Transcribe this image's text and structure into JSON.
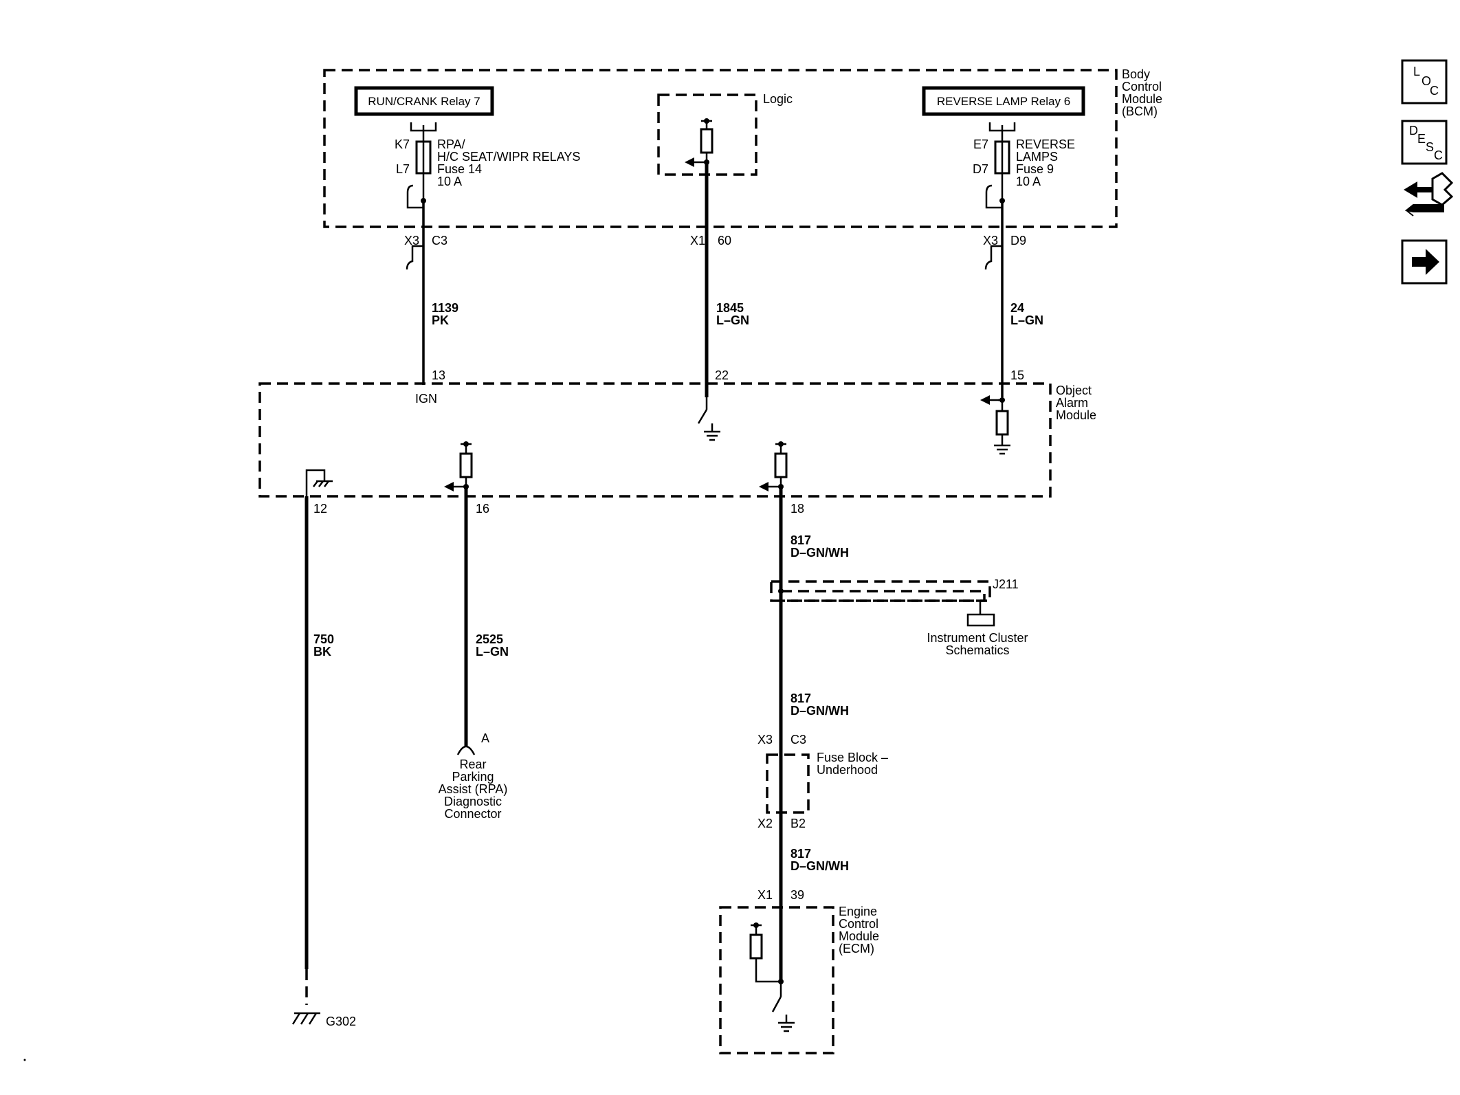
{
  "modules": {
    "bcm": {
      "name_lines": [
        "Body",
        "Control",
        "Module",
        "(BCM)"
      ]
    },
    "oam": {
      "name_lines": [
        "Object",
        "Alarm",
        "Module"
      ]
    },
    "ecm": {
      "name_lines": [
        "Engine",
        "Control",
        "Module",
        "(ECM)"
      ]
    },
    "fuse_block": {
      "name_lines": [
        "Fuse Block –",
        "Underhood"
      ]
    },
    "logic_label": "Logic"
  },
  "relays": {
    "run_crank": "RUN/CRANK Relay 7",
    "reverse_lamp": "REVERSE LAMP Relay 6"
  },
  "fuses": {
    "fuse14": {
      "pin_top": "K7",
      "pin_bottom": "L7",
      "lines": [
        "RPA/",
        "H/C SEAT/WIPR RELAYS",
        "Fuse 14",
        "10 A"
      ]
    },
    "fuse9": {
      "pin_top": "E7",
      "pin_bottom": "D7",
      "lines": [
        "REVERSE",
        "LAMPS",
        "Fuse 9",
        "10 A"
      ]
    }
  },
  "bcm_connectors": {
    "left": {
      "connector": "X3",
      "pin": "C3"
    },
    "middle": {
      "connector": "X1",
      "pin": "60"
    },
    "right": {
      "connector": "X3",
      "pin": "D9"
    }
  },
  "wires_upper": {
    "left": {
      "circuit": "1139",
      "color": "PK"
    },
    "middle": {
      "circuit": "1845",
      "color": "L–GN"
    },
    "right": {
      "circuit": "24",
      "color": "L–GN"
    }
  },
  "oam_pins": {
    "p13": "13",
    "ign": "IGN",
    "p22": "22",
    "p15": "15",
    "p12": "12",
    "p16": "16",
    "p18": "18"
  },
  "wires_lower": {
    "ground": {
      "circuit": "750",
      "color": "BK"
    },
    "rpa": {
      "circuit": "2525",
      "color": "L–GN"
    },
    "w817a": {
      "circuit": "817",
      "color": "D–GN/WH"
    },
    "w817b": {
      "circuit": "817",
      "color": "D–GN/WH"
    },
    "w817c": {
      "circuit": "817",
      "color": "D–GN/WH"
    }
  },
  "splice": {
    "name": "J211",
    "ref_lines": [
      "Instrument Cluster",
      "Schematics"
    ]
  },
  "rpa_connector": {
    "pin": "A",
    "lines": [
      "Rear",
      "Parking",
      "Assist (RPA)",
      "Diagnostic",
      "Connector"
    ]
  },
  "fuse_block_pins": {
    "top_conn": "X3",
    "top_pin": "C3",
    "bottom_conn": "X2",
    "bottom_pin": "B2"
  },
  "ecm_pins": {
    "conn": "X1",
    "pin": "39"
  },
  "ground_label": "G302",
  "nav_icons": {
    "loc": [
      "L",
      "O",
      "C"
    ],
    "desc": [
      "D",
      "E",
      "S",
      "C"
    ]
  }
}
